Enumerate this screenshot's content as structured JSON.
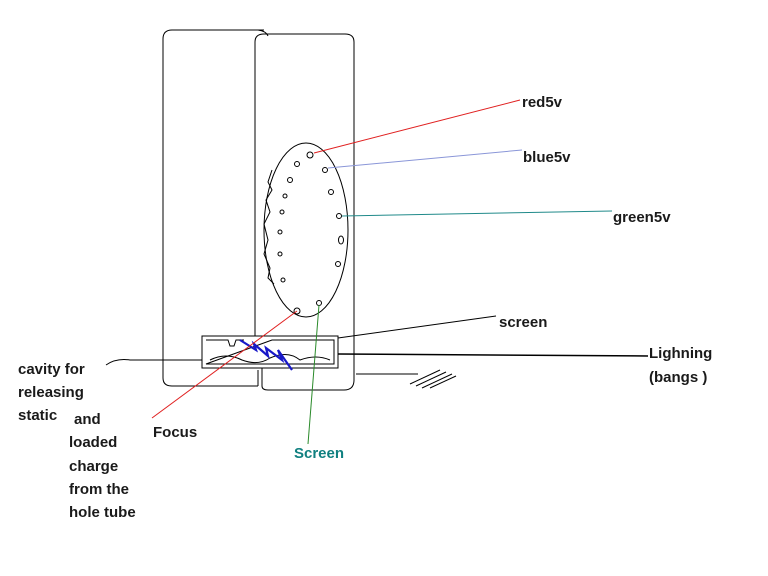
{
  "labels": {
    "red": "red5v",
    "blue": "blue5v",
    "green": "green5v",
    "screen_top": "screen",
    "lightning_1": "Lighning",
    "lightning_2": "(bangs )",
    "cavity_1": "cavity for",
    "cavity_2": "releasing",
    "cavity_3": "static",
    "and_1": "and",
    "and_2": "loaded",
    "and_3": "charge",
    "and_4": "from the",
    "and_5": "hole tube",
    "focus": "Focus",
    "screen_bottom": "Screen"
  },
  "colors": {
    "outline": "#000000",
    "red_wire": "#e02020",
    "blue_wire": "#8a96d8",
    "green_wire": "#208a8a",
    "screen_wire": "#2a8a2a",
    "spark": "#1818c8",
    "screen_label": "#108080"
  }
}
